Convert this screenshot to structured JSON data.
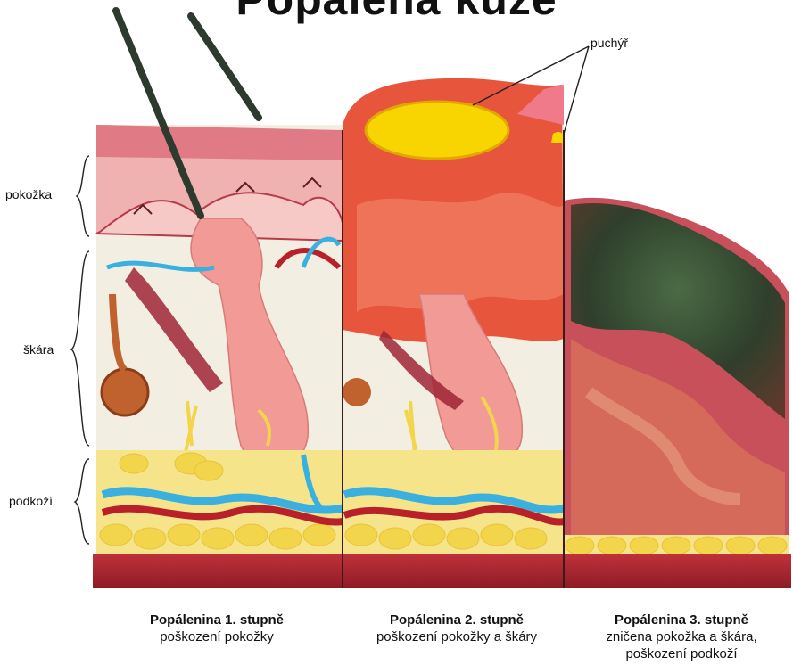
{
  "title": "Popálená kůže",
  "layers": {
    "epidermis": "pokožka",
    "dermis": "škára",
    "subcutis": "podkoží"
  },
  "callout": "puchýř",
  "panels": [
    {
      "heading": "Popálenina 1. stupně",
      "line1": "poškození pokožky",
      "line2": ""
    },
    {
      "heading": "Popálenina 2. stupně",
      "line1": "poškození pokožky a škáry",
      "line2": ""
    },
    {
      "heading": "Popálenina 3. stupně",
      "line1": "zničena pokožka a škára,",
      "line2": "poškození podkoží"
    }
  ],
  "colors": {
    "skin_pink": "#f29a96",
    "burn_red": "#e8553d",
    "char_green": "#3a5a3a",
    "fat_yellow": "#f2d54a",
    "vein_blue": "#3ab0e0",
    "artery_red": "#b8202a",
    "dermis_cream": "#f3eee2",
    "hair_dark": "#2e3a2e"
  }
}
